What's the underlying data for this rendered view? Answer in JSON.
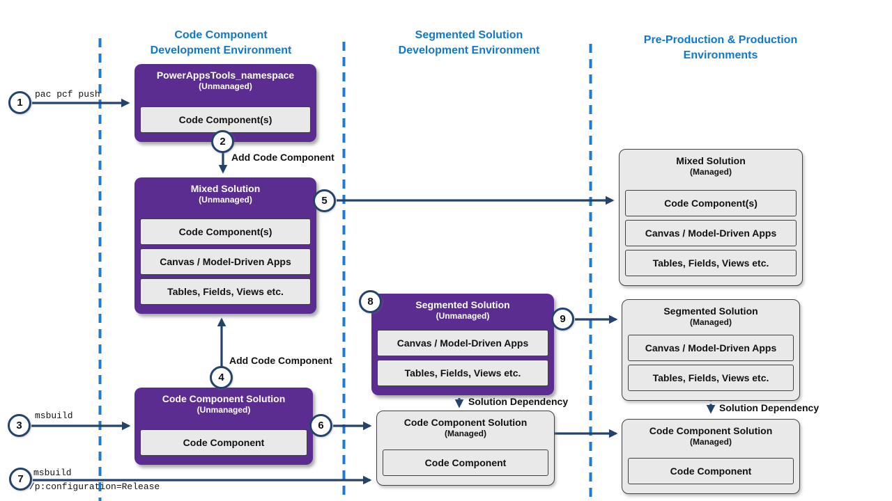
{
  "columns": [
    {
      "line1": "Code Component",
      "line2": "Development Environment"
    },
    {
      "line1": "Segmented Solution",
      "line2": "Development Environment"
    },
    {
      "line1": "Pre-Production & Production",
      "line2": "Environments"
    }
  ],
  "boxes": {
    "powerapps_namespace": {
      "title": "PowerAppsTools_namespace",
      "subtitle": "(Unmanaged)",
      "rows": [
        "Code Component(s)"
      ]
    },
    "mixed_unmanaged": {
      "title": "Mixed Solution",
      "subtitle": "(Unmanaged)",
      "rows": [
        "Code Component(s)",
        "Canvas / Model-Driven Apps",
        "Tables, Fields, Views etc."
      ]
    },
    "code_component_unmanaged": {
      "title": "Code Component Solution",
      "subtitle": "(Unmanaged)",
      "rows": [
        "Code Component"
      ]
    },
    "segmented_unmanaged": {
      "title": "Segmented Solution",
      "subtitle": "(Unmanaged)",
      "rows": [
        "Canvas / Model-Driven Apps",
        "Tables, Fields, Views etc."
      ]
    },
    "code_component_managed_mid": {
      "title": "Code Component Solution",
      "subtitle": "(Managed)",
      "rows": [
        "Code Component"
      ]
    },
    "mixed_managed": {
      "title": "Mixed Solution",
      "subtitle": "(Managed)",
      "rows": [
        "Code Component(s)",
        "Canvas / Model-Driven Apps",
        "Tables, Fields, Views etc."
      ]
    },
    "segmented_managed": {
      "title": "Segmented Solution",
      "subtitle": "(Managed)",
      "rows": [
        "Canvas / Model-Driven Apps",
        "Tables, Fields, Views etc."
      ]
    },
    "code_component_managed_right": {
      "title": "Code Component Solution",
      "subtitle": "(Managed)",
      "rows": [
        "Code Component"
      ]
    }
  },
  "steps": [
    "1",
    "2",
    "3",
    "4",
    "5",
    "6",
    "7",
    "8",
    "9"
  ],
  "labels": {
    "pac_pcf_push": "pac pcf push",
    "msbuild": "msbuild",
    "msbuild_release_line1": "msbuild",
    "msbuild_release_line2": "/p:configuration=Release",
    "add_code_component_step2": "Add Code Component",
    "add_code_component_step4": "Add Code Component",
    "solution_dependency_mid": "Solution Dependency",
    "solution_dependency_right": "Solution Dependency"
  },
  "colors": {
    "header_blue": "#0F78CE",
    "divider_blue": "#1E7AD2",
    "purple": "#5C2D91",
    "navy": "#24436C",
    "box_gray": "#E9E9E9",
    "border_dark": "#3F3F3F"
  }
}
